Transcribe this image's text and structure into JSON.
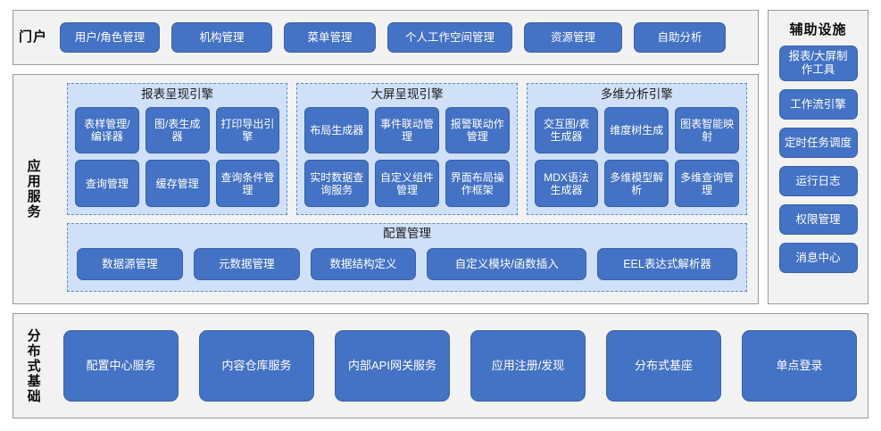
{
  "theme": {
    "button_fill": "#4472c4",
    "button_border": "#3a63ab",
    "panel_fill": "#f2f2f2",
    "panel_border": "#9a9a9a",
    "group_fill": "#cfe0f8",
    "group_border": "#5b8fd6",
    "text_on_button": "#ffffff",
    "label_text": "#0d0d0d"
  },
  "portal": {
    "label": "门户",
    "items": [
      {
        "label": "用户/角色管理"
      },
      {
        "label": "机构管理"
      },
      {
        "label": "菜单管理"
      },
      {
        "label": "个人工作空间管理"
      },
      {
        "label": "资源管理"
      },
      {
        "label": "自助分析"
      }
    ]
  },
  "aux": {
    "title": "辅助设施",
    "items": [
      {
        "label": "报表/大屏制作工具"
      },
      {
        "label": "工作流引擎"
      },
      {
        "label": "定时任务调度"
      },
      {
        "label": "运行日志"
      },
      {
        "label": "权限管理"
      },
      {
        "label": "消息中心"
      }
    ]
  },
  "app_services": {
    "label": "应用服务",
    "engines": [
      {
        "title": "报表呈现引擎",
        "items": [
          {
            "label": "表样管理/编译器"
          },
          {
            "label": "图/表生成器"
          },
          {
            "label": "打印导出引擎"
          },
          {
            "label": "查询管理"
          },
          {
            "label": "缓存管理"
          },
          {
            "label": "查询条件管理"
          }
        ]
      },
      {
        "title": "大屏呈现引擎",
        "items": [
          {
            "label": "布局生成器"
          },
          {
            "label": "事件联动管理"
          },
          {
            "label": "报警联动作管理"
          },
          {
            "label": "实时数据查询服务"
          },
          {
            "label": "自定义组件管理"
          },
          {
            "label": "界面布局操作框架"
          }
        ]
      },
      {
        "title": "多维分析引擎",
        "items": [
          {
            "label": "交互图/表生成器"
          },
          {
            "label": "维度树生成"
          },
          {
            "label": "图表智能映射"
          },
          {
            "label": "MDX语法生成器"
          },
          {
            "label": "多维模型解析"
          },
          {
            "label": "多维查询管理"
          }
        ]
      }
    ],
    "config": {
      "title": "配置管理",
      "items": [
        {
          "label": "数据源管理"
        },
        {
          "label": "元数据管理"
        },
        {
          "label": "数据结构定义"
        },
        {
          "label": "自定义模块/函数插入"
        },
        {
          "label": "EEL表达式解析器"
        }
      ]
    }
  },
  "infrastructure": {
    "label": "分布式基础",
    "items": [
      {
        "label": "配置中心服务"
      },
      {
        "label": "内容仓库服务"
      },
      {
        "label": "内部API网关服务"
      },
      {
        "label": "应用注册/发现"
      },
      {
        "label": "分布式基座"
      },
      {
        "label": "单点登录"
      }
    ]
  }
}
